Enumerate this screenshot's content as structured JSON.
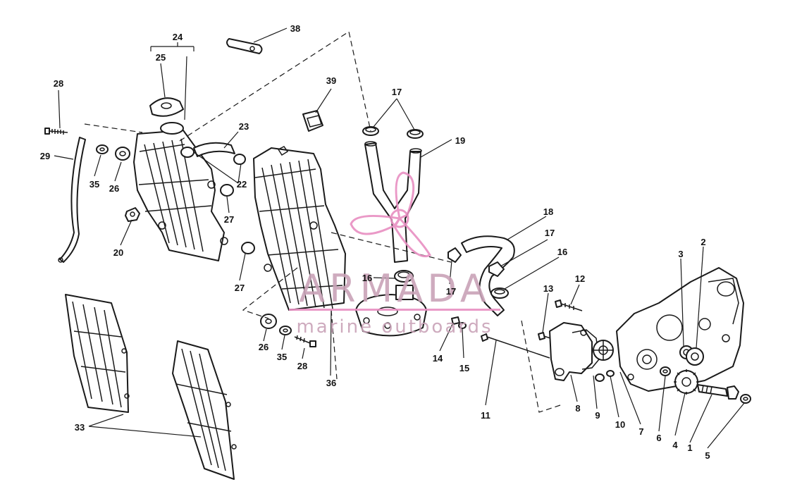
{
  "callouts": [
    "1",
    "2",
    "3",
    "4",
    "5",
    "6",
    "7",
    "8",
    "9",
    "10",
    "11",
    "12",
    "13",
    "14",
    "15",
    "16",
    "16",
    "17",
    "17",
    "17",
    "18",
    "19",
    "20",
    "22",
    "23",
    "24",
    "25",
    "26",
    "26",
    "27",
    "27",
    "28",
    "28",
    "29",
    "33",
    "35",
    "35",
    "36",
    "38",
    "39"
  ],
  "watermark": {
    "title": "ARMADA",
    "subtitle": "marine outboards",
    "logo_icon": "propeller-logo-icon",
    "color": "#c9a3b8",
    "accent_color": "#e88fc2"
  },
  "colors": {
    "line": "#1a1a1a",
    "background": "#ffffff"
  }
}
